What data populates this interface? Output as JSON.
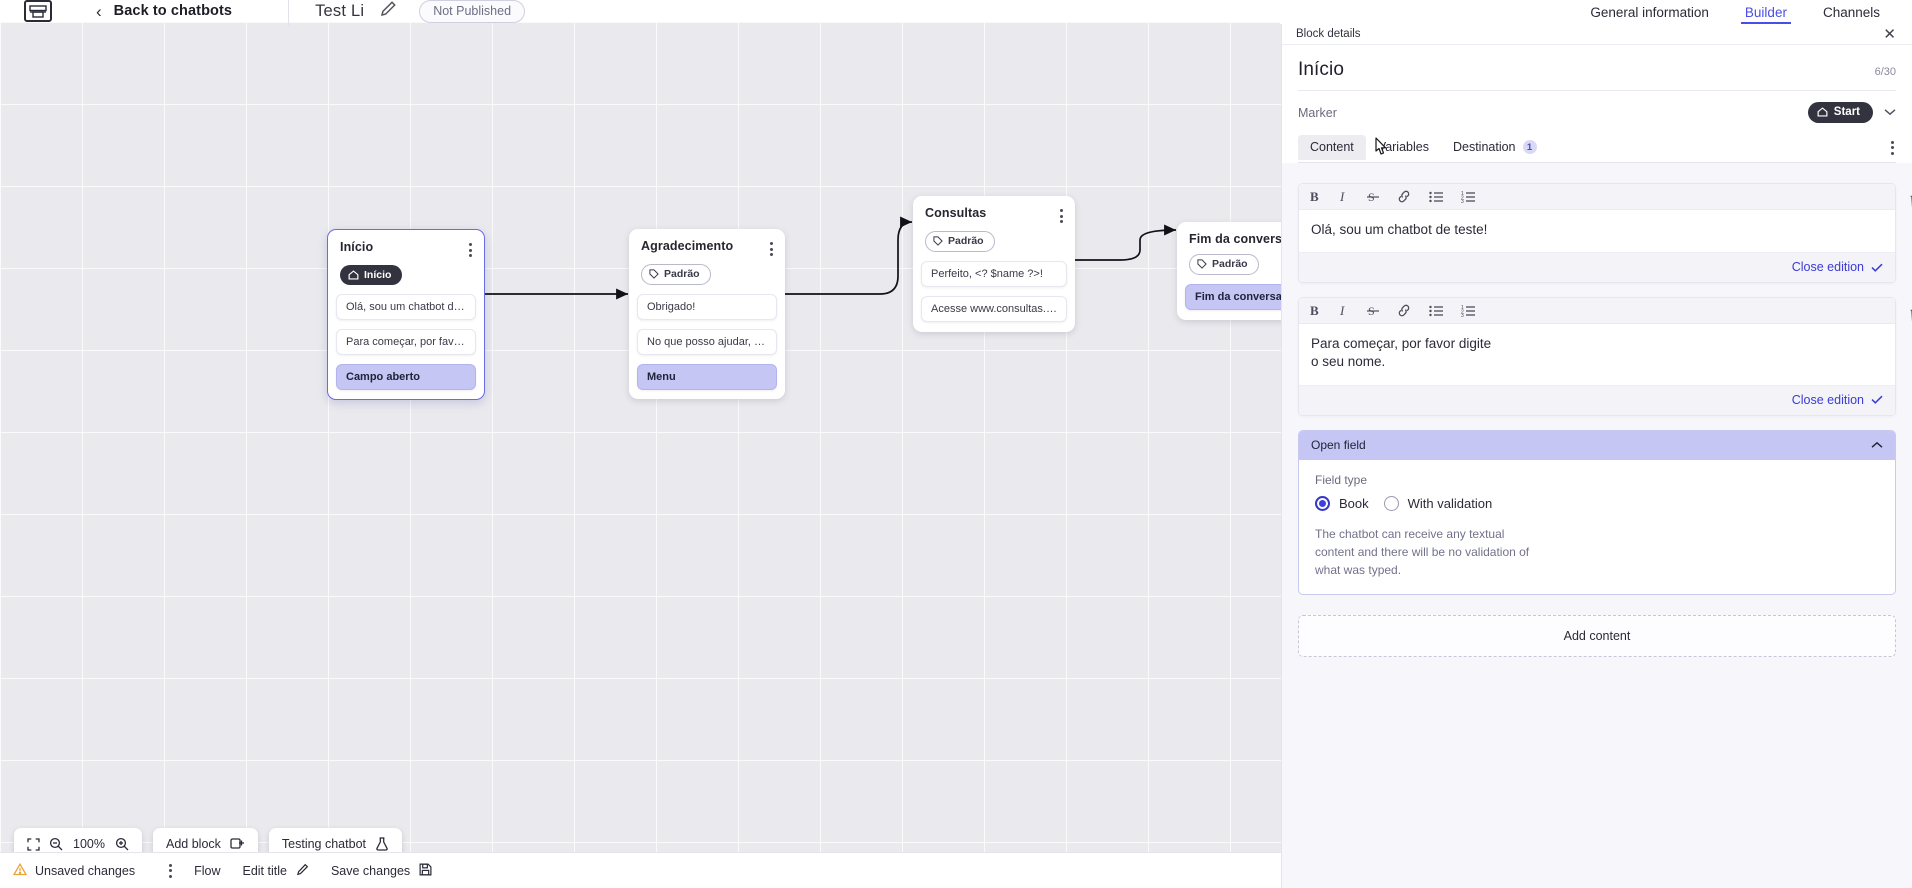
{
  "topbar": {
    "logo_icon": "app-logo-icon",
    "back_chevron_icon": "chevron-left-icon",
    "back_label": "Back to chatbots",
    "bot_title": "Test Li",
    "edit_pencil_icon": "pencil-icon",
    "publish_status": "Not Published"
  },
  "panel_nav": {
    "tabs": [
      {
        "label": "General information",
        "active": false
      },
      {
        "label": "Builder",
        "active": true
      },
      {
        "label": "Channels",
        "active": false
      }
    ]
  },
  "panel": {
    "header_label": "Block details",
    "close_icon": "close-icon",
    "block_title": "Início",
    "char_count": "6/30",
    "marker_label": "Marker",
    "marker_badge": "Start",
    "marker_badge_icon": "home-icon",
    "marker_chevron_icon": "chevron-down-icon",
    "tabs": [
      {
        "label": "Content",
        "active": true,
        "badge": ""
      },
      {
        "label": "Variables",
        "active": false,
        "badge": ""
      },
      {
        "label": "Destination",
        "active": false,
        "badge": "1"
      }
    ],
    "tabs_more_icon": "kebab-menu-icon",
    "editors": [
      {
        "text": "Olá, sou um chatbot de teste!",
        "close_label": "Close edition",
        "toolbar": [
          "bold",
          "italic",
          "strikethrough",
          "link",
          "bullet-list",
          "numbered-list"
        ]
      },
      {
        "text": "Para começar, por favor digite o seu nome.",
        "close_label": "Close edition",
        "toolbar": [
          "bold",
          "italic",
          "strikethrough",
          "link",
          "bullet-list",
          "numbered-list"
        ]
      }
    ],
    "open_field": {
      "title": "Open field",
      "collapse_icon": "chevron-up-icon",
      "field_type_label": "Field type",
      "options": [
        {
          "label": "Book",
          "selected": true
        },
        {
          "label": "With validation",
          "selected": false
        }
      ],
      "description": "The chatbot can receive any textual content and there will be no validation of what was typed."
    },
    "add_content_label": "Add content"
  },
  "canvas": {
    "nodes": [
      {
        "title": "Início",
        "badge": "Início",
        "badge_style": "dark",
        "badge_icon": "home-icon",
        "selected": true,
        "messages": [
          {
            "text": "Olá, sou um chatbot de teste!",
            "highlight": false
          },
          {
            "text": "Para começar, por favor digite o ...",
            "highlight": false
          },
          {
            "text": "Campo aberto",
            "highlight": true
          }
        ]
      },
      {
        "title": "Agradecimento",
        "badge": "Padrão",
        "badge_style": "outline",
        "badge_icon": "tag-icon",
        "selected": false,
        "messages": [
          {
            "text": "Obrigado!",
            "highlight": false
          },
          {
            "text": "No que posso ajudar, <? $name ...",
            "highlight": false
          },
          {
            "text": "Menu",
            "highlight": true
          }
        ]
      },
      {
        "title": "Consultas",
        "badge": "Padrão",
        "badge_style": "outline",
        "badge_icon": "tag-icon",
        "selected": false,
        "messages": [
          {
            "text": "Perfeito, <? $name ?>!",
            "highlight": false
          },
          {
            "text": "Acesse www.consultas.com par...",
            "highlight": false
          }
        ]
      },
      {
        "title": "Fim da conversa",
        "badge": "Padrão",
        "badge_style": "outline",
        "badge_icon": "tag-icon",
        "selected": false,
        "messages": [
          {
            "text": "Fim da conversa",
            "highlight": true
          }
        ]
      }
    ],
    "toolbar": {
      "fit_icon": "fit-screen-icon",
      "zoom_out_icon": "zoom-out-icon",
      "zoom_level": "100%",
      "zoom_in_icon": "zoom-in-icon",
      "add_block_label": "Add block",
      "add_block_icon": "add-block-icon",
      "testing_label": "Testing chatbot",
      "testing_icon": "flask-icon"
    }
  },
  "statusbar": {
    "warning_icon": "warning-icon",
    "unsaved_label": "Unsaved changes",
    "more_icon": "kebab-menu-icon",
    "flow_label": "Flow",
    "edit_title_label": "Edit title",
    "edit_title_icon": "pencil-icon",
    "save_label": "Save changes",
    "save_icon": "save-icon"
  }
}
